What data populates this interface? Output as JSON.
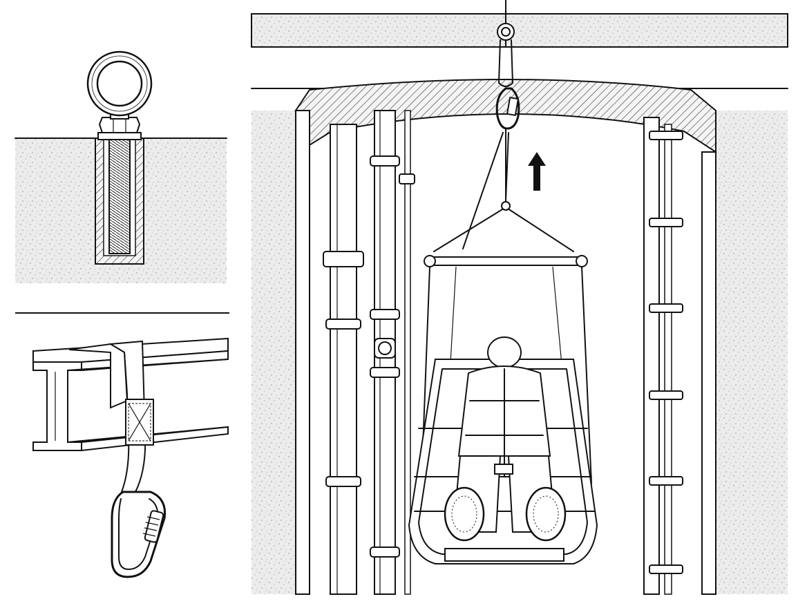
{
  "figure": {
    "panels": [
      {
        "id": "anchor",
        "depicts": "eye-bolt-anchor"
      },
      {
        "id": "beam",
        "depicts": "beam-sling-carabiner"
      },
      {
        "id": "shaft",
        "depicts": "confined-space-basket-rescue"
      }
    ],
    "indicators": {
      "lift_arrow": "up-arrow-icon"
    },
    "colors": {
      "ink": "#111111",
      "paper": "#ffffff",
      "concrete": "#e6e6e6"
    }
  }
}
